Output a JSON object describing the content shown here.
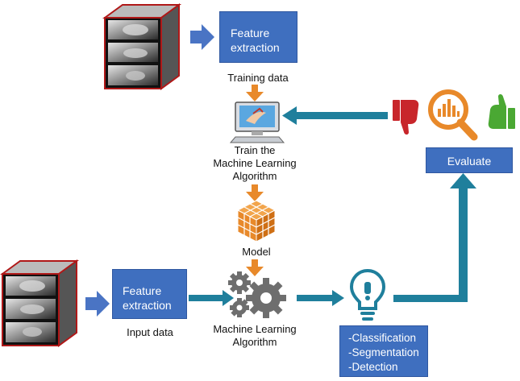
{
  "labels": {
    "feature_extraction_top": "Feature\nextraction",
    "training_data": "Training data",
    "train_algorithm": "Train the\nMachine Learning\nAlgorithm",
    "model": "Model",
    "feature_extraction_bottom": "Feature\nextraction",
    "input_data": "Input data",
    "ml_algorithm": "Machine Learning\nAlgorithm",
    "evaluate": "Evaluate",
    "outputs": "-Classification\n-Segmentation\n-Detection"
  },
  "icons": [
    "image-stack-icon",
    "computer-icon",
    "cube-grid-icon",
    "gears-icon",
    "lightbulb-icon",
    "thumbs-down-icon",
    "magnifier-chart-icon",
    "thumbs-up-icon"
  ],
  "colors": {
    "box_blue": "#3f6fbf",
    "arrow_blue": "#4a74c4",
    "arrow_teal": "#1f7f9c",
    "arrow_orange": "#e8892a",
    "thumb_red": "#c8262b",
    "thumb_green": "#4aa833"
  }
}
